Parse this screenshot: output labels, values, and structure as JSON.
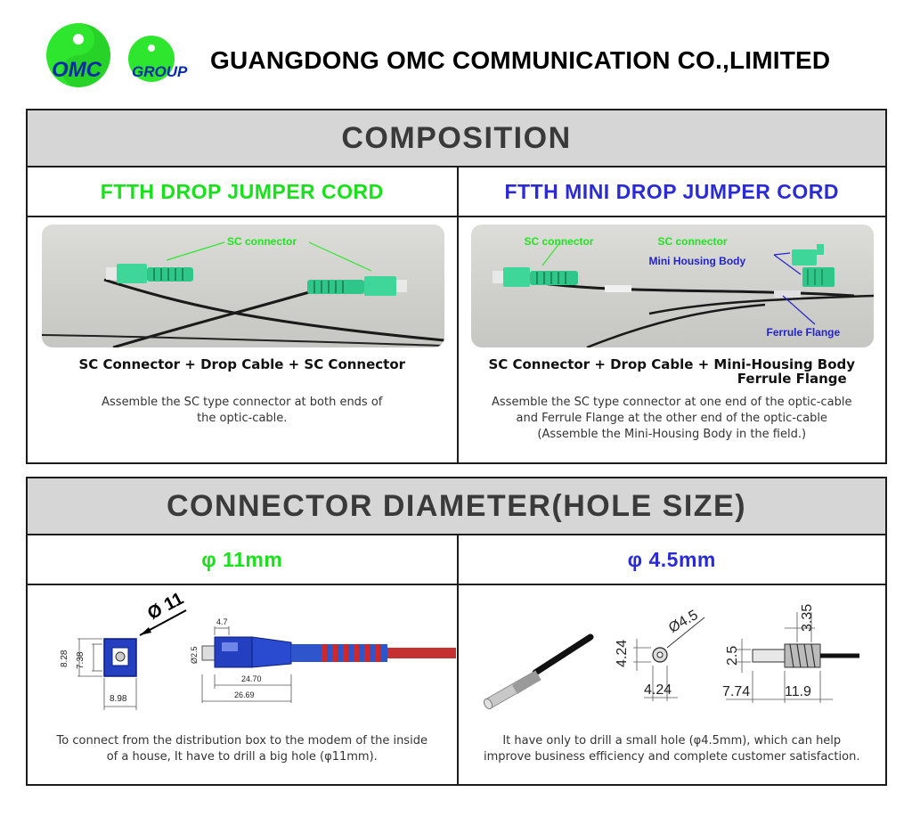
{
  "header": {
    "logo_text": "OMC GROUP",
    "company": "GUANGDONG OMC COMMUNICATION CO.,LIMITED"
  },
  "composition": {
    "title": "COMPOSITION",
    "left": {
      "heading": "FTTH DROP JUMPER CORD",
      "photo_labels": [
        "SC connector"
      ],
      "formula": "SC Connector + Drop Cable + SC Connector",
      "desc_line1": "Assemble the SC type connector at both ends of",
      "desc_line2": "the optic-cable."
    },
    "right": {
      "heading": "FTTH MINI DROP JUMPER CORD",
      "photo_labels": [
        "SC connector",
        "SC connector",
        "Mini Housing Body",
        "Ferrule Flange"
      ],
      "formula_line1": "SC Connector + Drop Cable + Mini-Housing Body",
      "formula_line2": "Ferrule Flange",
      "desc_line1": "Assemble the SC type connector at one end of the optic-cable",
      "desc_line2": "and Ferrule Flange at the other end of the optic-cable",
      "desc_line3": "(Assemble the Mini-Housing Body in the field.)"
    }
  },
  "diameter": {
    "title": "CONNECTOR DIAMETER(HOLE SIZE)",
    "left": {
      "heading": "φ 11mm",
      "dims": [
        "Ø 11",
        "8.28",
        "7.38",
        "8.98",
        "4.7",
        "Ø2.5",
        "24.70",
        "26.69"
      ],
      "desc_line1": "To connect from the distribution box to the modem of the inside",
      "desc_line2": "of a house, It have to drill a big hole (φ11mm)."
    },
    "right": {
      "heading": "φ 4.5mm",
      "dims": [
        "Ø4.5",
        "4.24",
        "4.24",
        "2.5",
        "3.35",
        "7.74",
        "11.9"
      ],
      "desc_line1": "It have only to drill a small hole (φ4.5mm), which can help",
      "desc_line2": "improve business efficiency and complete customer satisfaction."
    }
  },
  "colors": {
    "green": "#17e219",
    "blue": "#2b2bd6",
    "title_bg": "#d6d6d6",
    "connector_green": "#3fd69a",
    "connector_blue": "#2a3fb8"
  }
}
